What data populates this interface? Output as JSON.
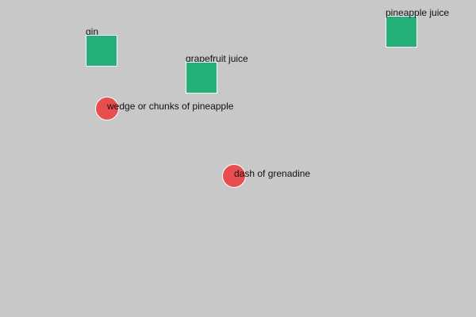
{
  "items": [
    {
      "id": "gin",
      "label": "gin",
      "shape": "square",
      "color": "#25b07a"
    },
    {
      "id": "pineapple-juice",
      "label": "pineapple juice",
      "shape": "square",
      "color": "#25b07a"
    },
    {
      "id": "grapefruit-juice",
      "label": "grapefruit juice",
      "shape": "square",
      "color": "#25b07a"
    },
    {
      "id": "pineapple-wedge",
      "label": "wedge or chunks of pineapple",
      "shape": "circle",
      "color": "#e84e50"
    },
    {
      "id": "grenadine",
      "label": "dash of grenadine",
      "shape": "circle",
      "color": "#e84e50"
    }
  ]
}
